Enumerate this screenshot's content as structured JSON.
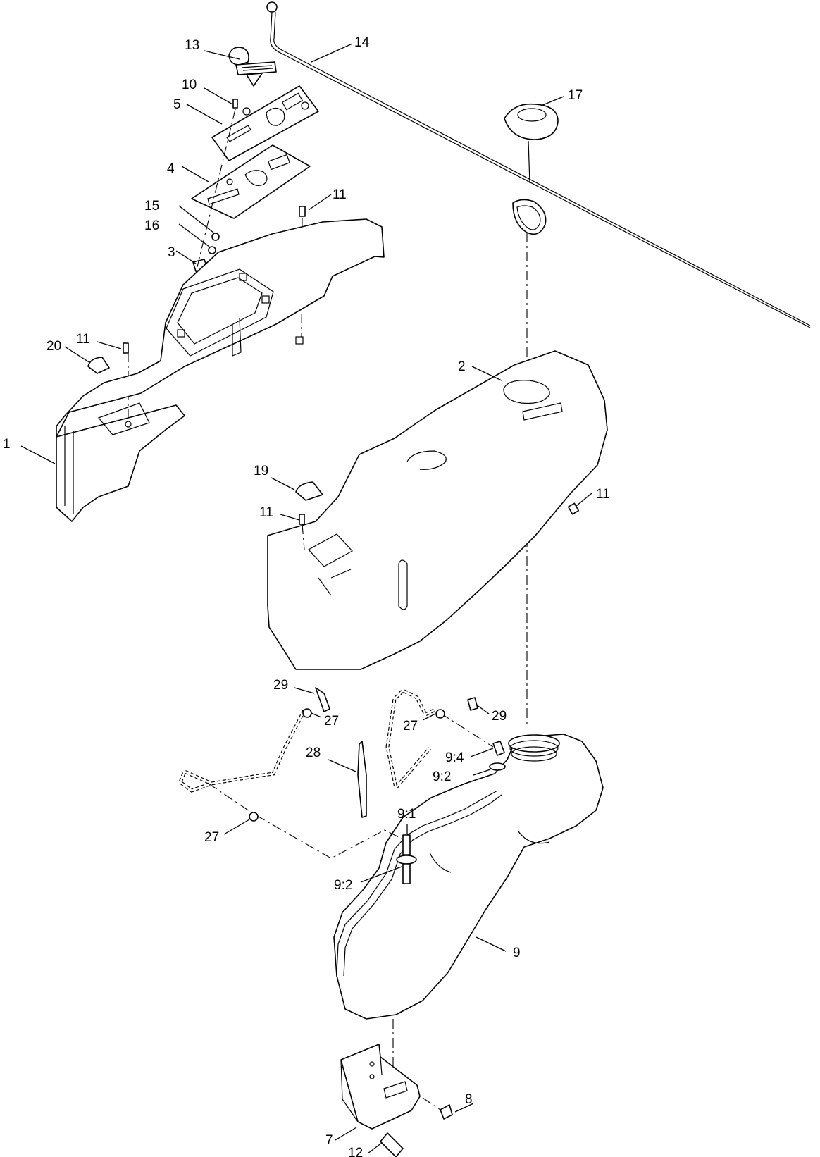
{
  "diagram": {
    "callouts": {
      "c1": "1",
      "c2": "2",
      "c3": "3",
      "c4": "4",
      "c5": "5",
      "c7": "7",
      "c8": "8",
      "c9": "9",
      "c10": "10",
      "c11a": "11",
      "c11b": "11",
      "c11c": "11",
      "c11d": "11",
      "c12": "12",
      "c13": "13",
      "c14": "14",
      "c15": "15",
      "c16": "16",
      "c17": "17",
      "c19": "19",
      "c20": "20",
      "c27a": "27",
      "c27b": "27",
      "c27c": "27",
      "c28": "28",
      "c29a": "29",
      "c29b": "29",
      "c91": "9:1",
      "c92a": "9:2",
      "c92b": "9:2",
      "c94": "9:4"
    }
  }
}
